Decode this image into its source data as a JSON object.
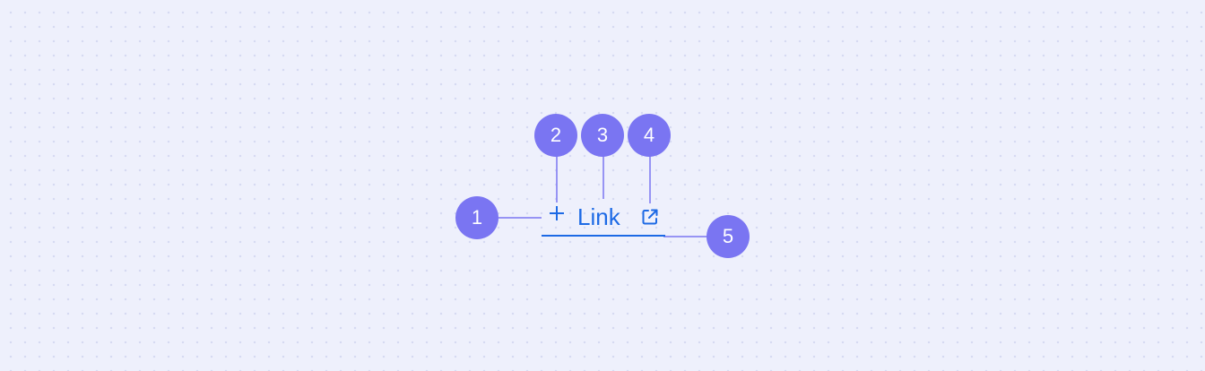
{
  "callouts": [
    {
      "id": "callout-1",
      "label": "1"
    },
    {
      "id": "callout-2",
      "label": "2"
    },
    {
      "id": "callout-3",
      "label": "3"
    },
    {
      "id": "callout-4",
      "label": "4"
    },
    {
      "id": "callout-5",
      "label": "5"
    }
  ],
  "link": {
    "label": "Link",
    "leading_icon": "plus-icon",
    "trailing_icon": "external-link-icon"
  },
  "colors": {
    "background": "#eef0fc",
    "dots": "#d6daf2",
    "callout": "#7a75f2",
    "leader_line": "#7a75f2",
    "link": "#1d6ae5"
  }
}
